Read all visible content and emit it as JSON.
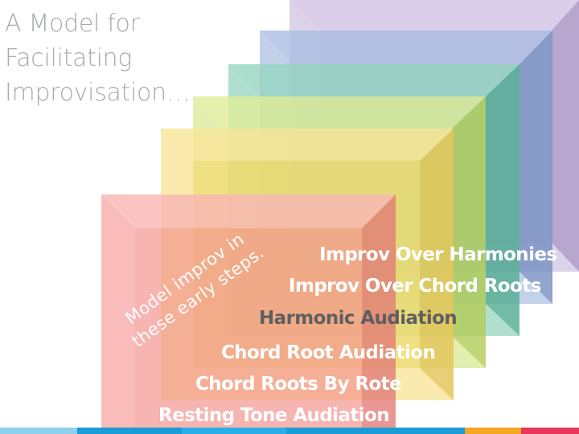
{
  "title_lines": [
    "A Model for",
    "Facilitating",
    "Improvisation…"
  ],
  "steps": {
    "improv_over_harmonies": "Improv Over Harmonies",
    "improv_over_chord_roots": "Improv Over Chord Roots",
    "harmonic_audiation": "Harmonic Audiation",
    "chord_root_audiation": "Chord Root Audiation",
    "chord_roots_by_rote": "Chord Roots By Rote",
    "resting_tone_audiation": "Resting Tone Audiation"
  },
  "note_lines": [
    "Model improv in",
    "these early steps."
  ],
  "colors": {
    "purple": "#b9a8d4",
    "blue": "#8fa6d6",
    "teal": "#6fc2a6",
    "green": "#c4de6e",
    "yellow": "#f4d870",
    "red": "#f28a88",
    "title_gray": "#a7aab0",
    "footer": [
      "#8fd0ef",
      "#1b9bd7",
      "#29aee8",
      "#1b9bd7",
      "#f5a623",
      "#e8375a"
    ]
  }
}
